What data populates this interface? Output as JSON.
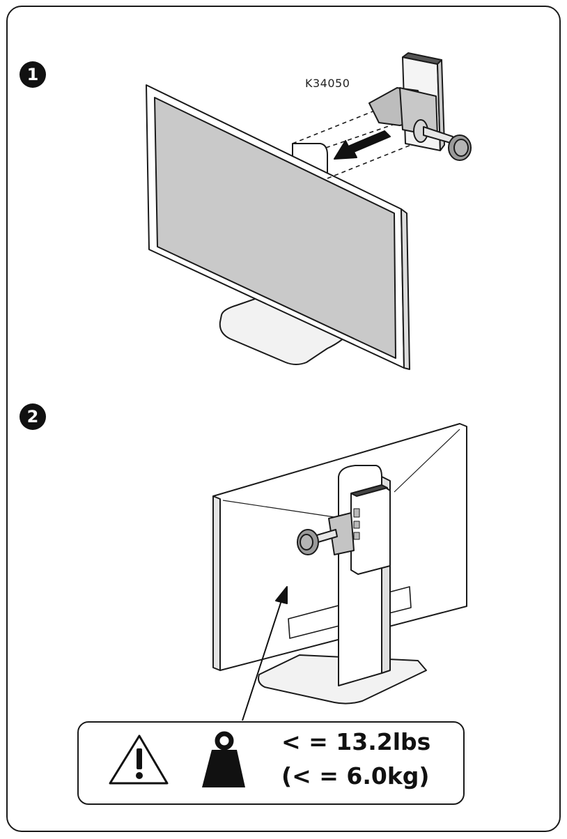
{
  "steps": [
    {
      "number": "1"
    },
    {
      "number": "2"
    }
  ],
  "model_label": "K34050",
  "warning": {
    "weight_limit_lbs": "< = 13.2lbs",
    "weight_limit_kg": "(< = 6.0kg)",
    "icons": [
      "warning-triangle-icon",
      "weight-icon"
    ]
  }
}
